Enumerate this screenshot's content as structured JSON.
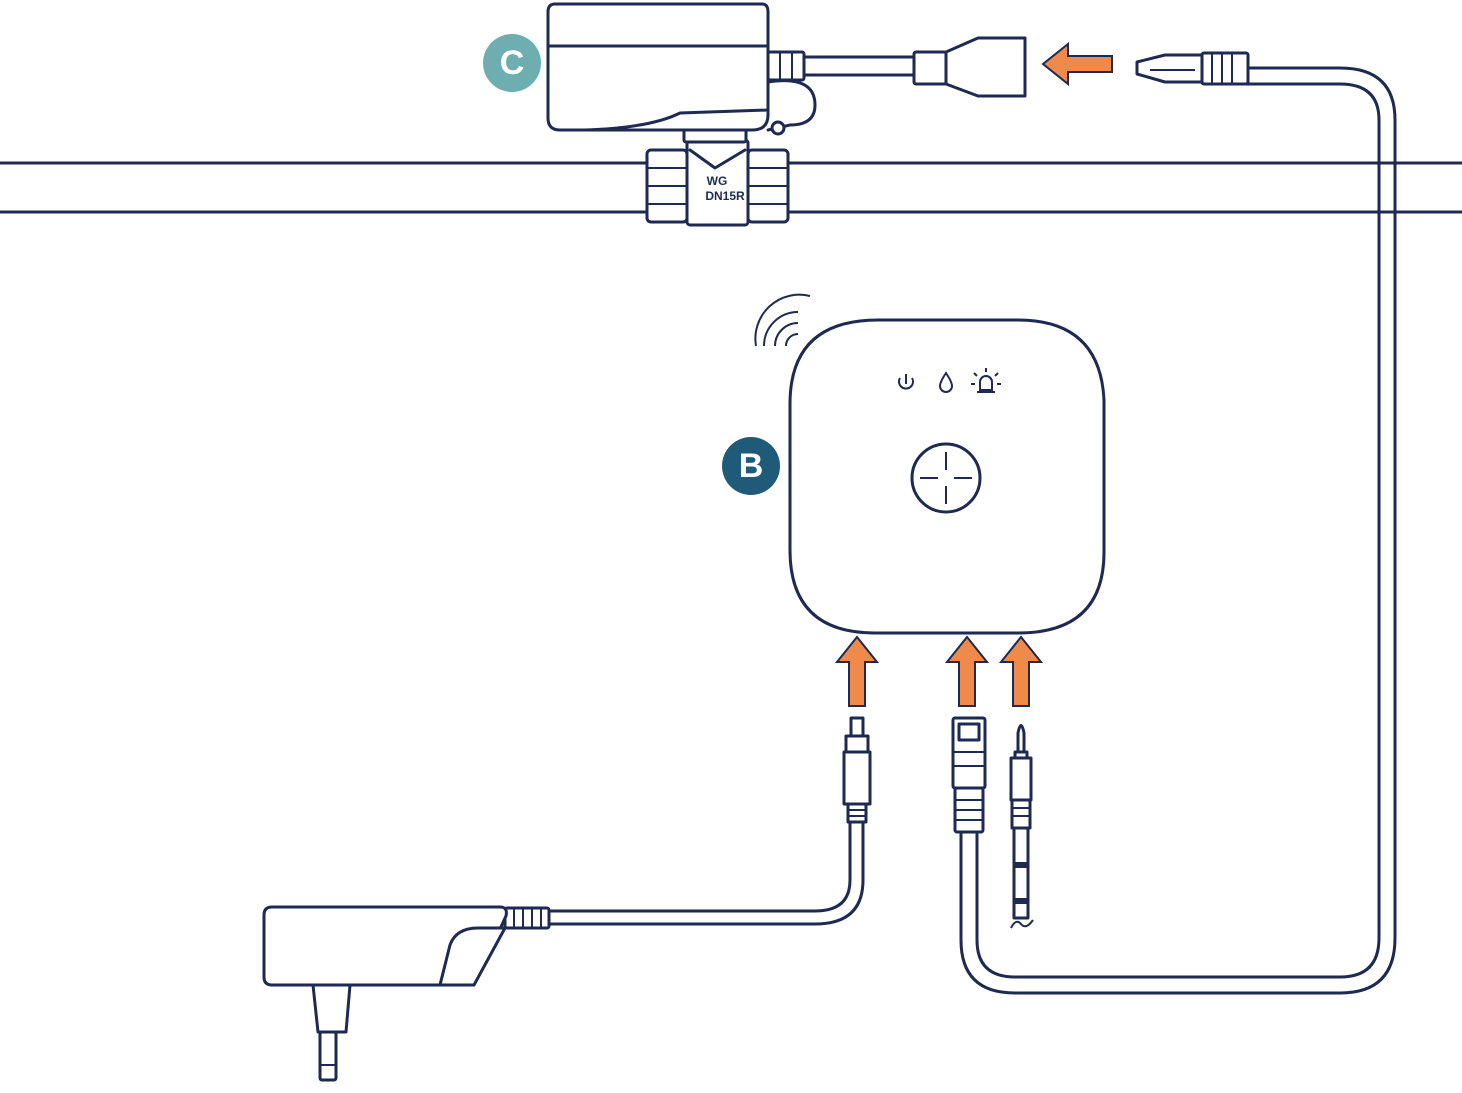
{
  "colors": {
    "line": "#1e2a52",
    "arrow": "#f08a4b",
    "badge_c": "#6eaeb0",
    "badge_b": "#1f5a78"
  },
  "labels": {
    "badge_c": "C",
    "badge_b": "B",
    "valve_line1": "WG",
    "valve_line2": "DN15R"
  },
  "icons": {
    "hub_status": [
      "power-icon",
      "water-drop-icon",
      "alarm-icon"
    ],
    "hub_button": "cross-button-icon",
    "wireless": "wifi-signal-icon"
  }
}
